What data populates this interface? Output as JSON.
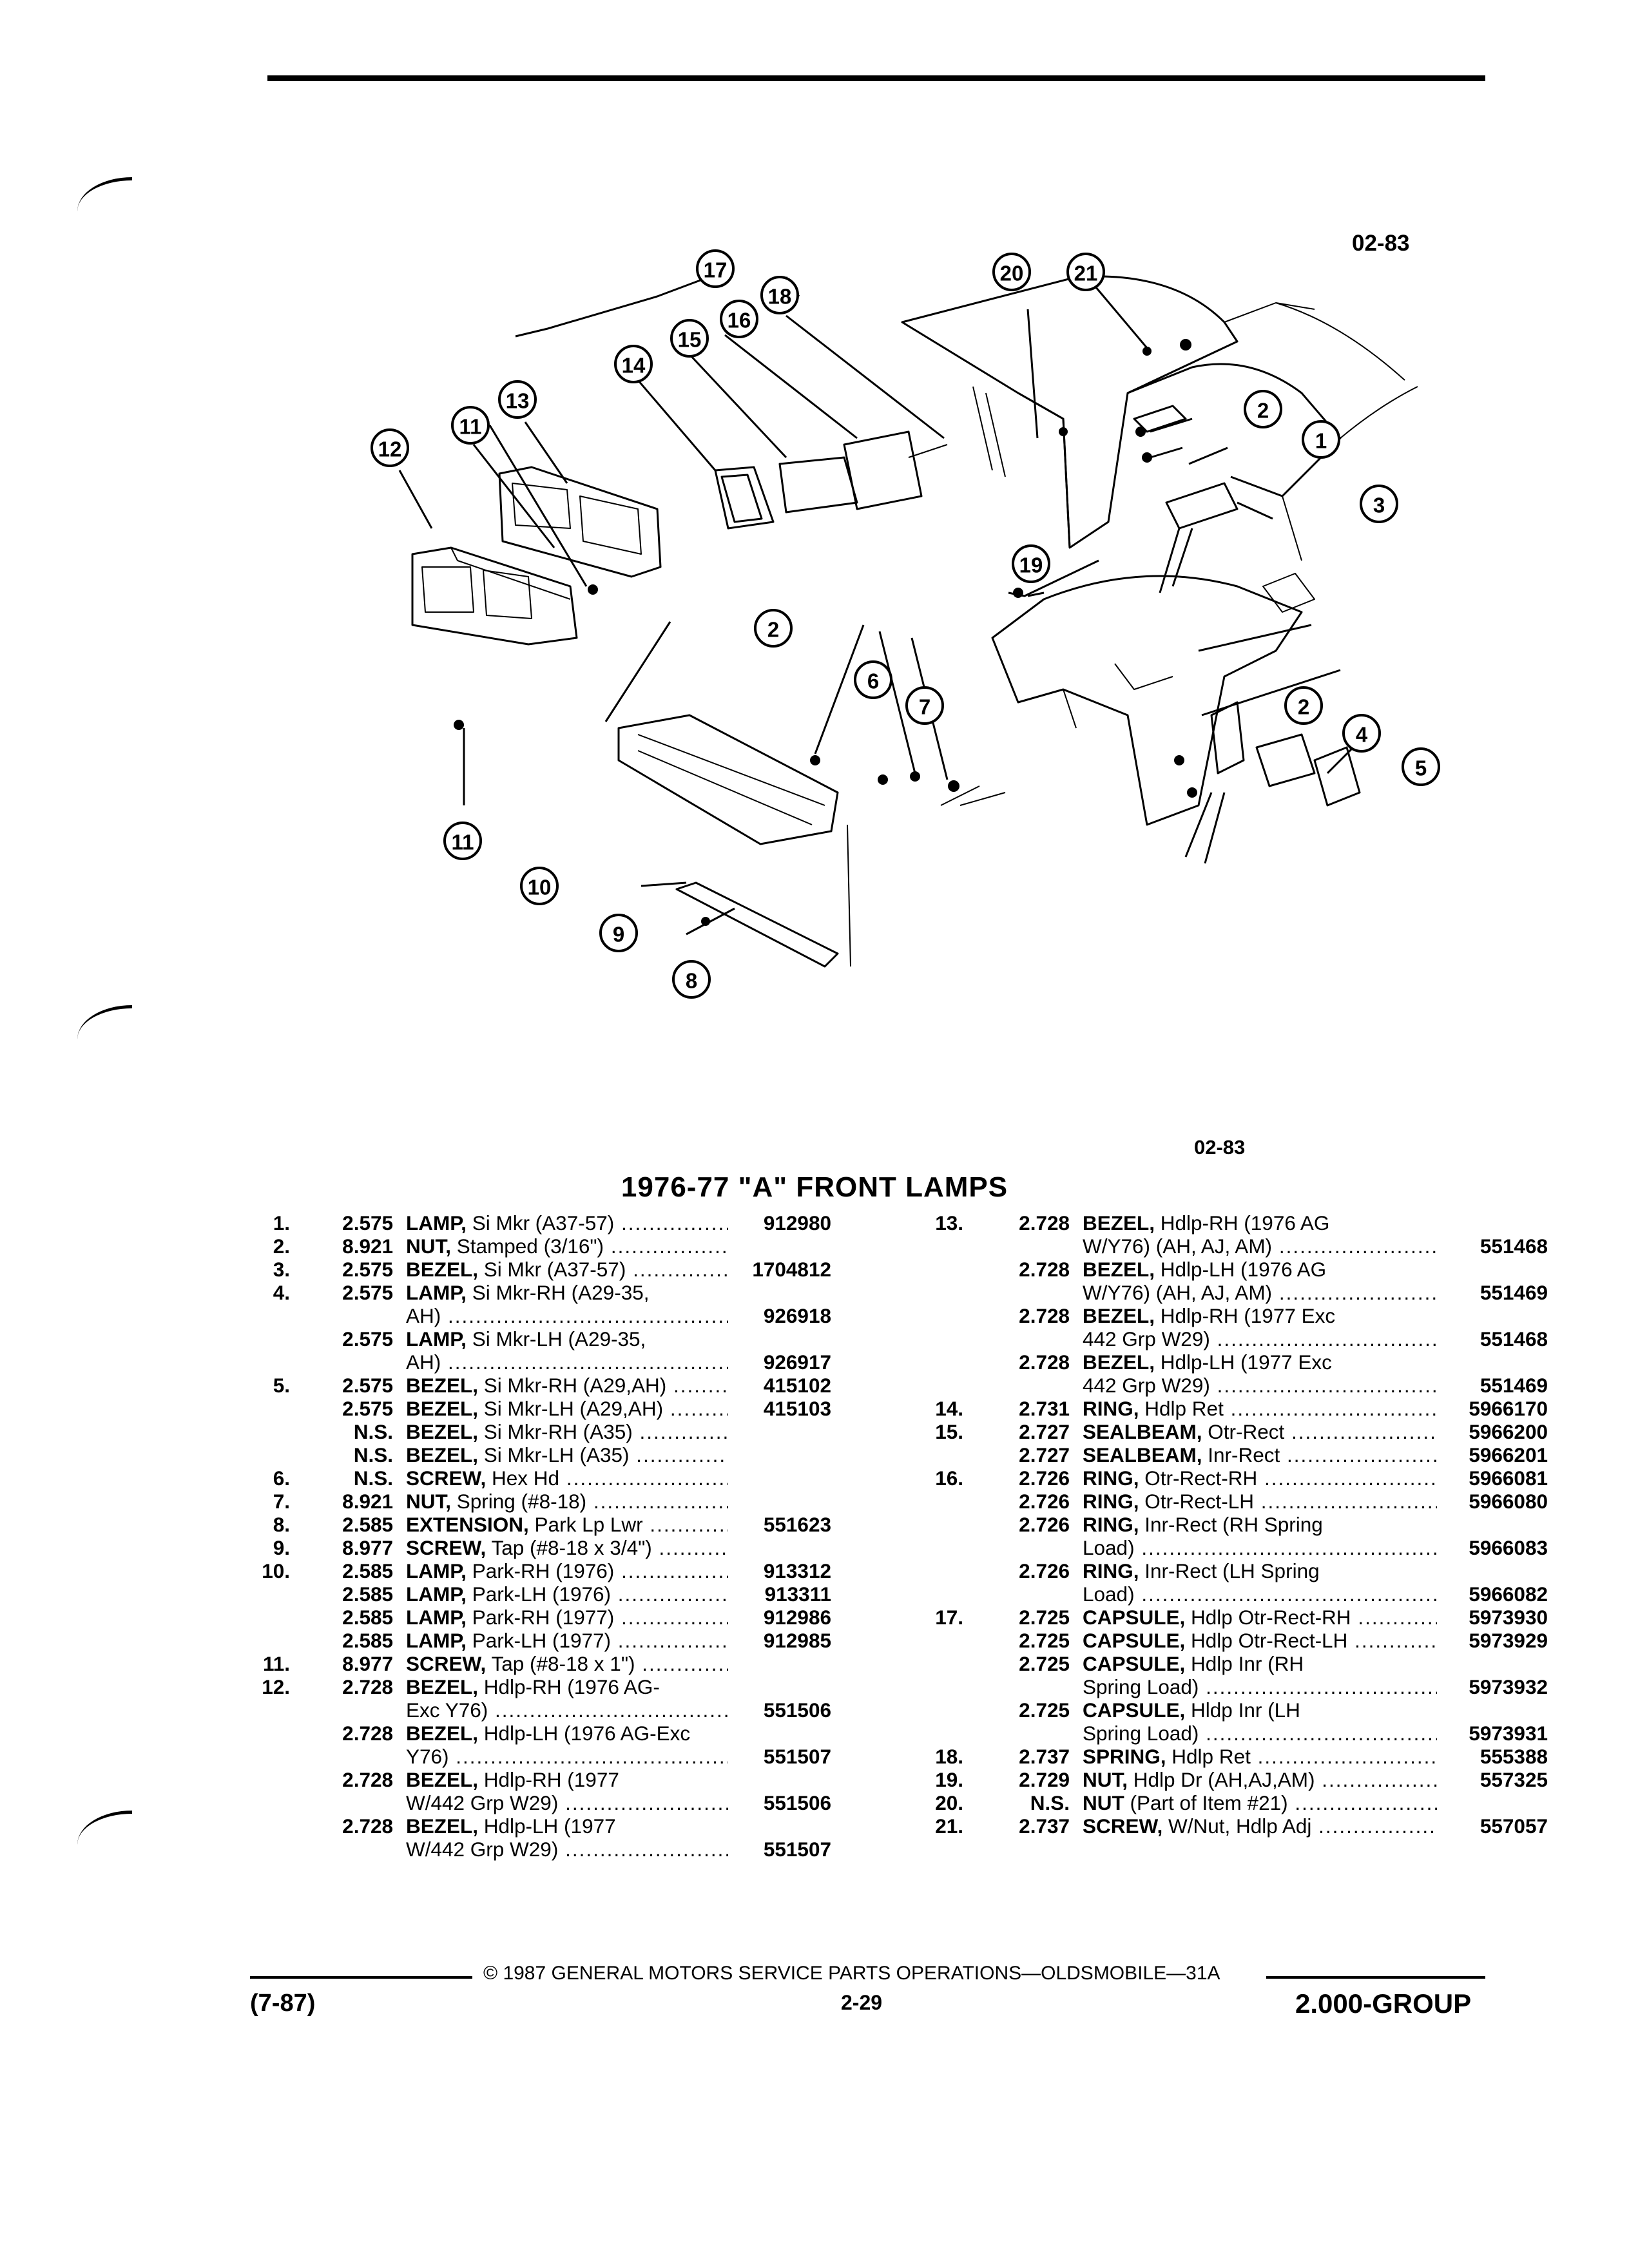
{
  "figure_code": "02-83",
  "figure_code_bottom": "02-83",
  "callouts": [
    "1",
    "2",
    "3",
    "4",
    "5",
    "6",
    "7",
    "8",
    "9",
    "10",
    "11",
    "12",
    "13",
    "14",
    "15",
    "16",
    "17",
    "18",
    "19",
    "20",
    "21"
  ],
  "section_title": "1976-77 \"A\" FRONT LAMPS",
  "left_rows": [
    {
      "item": "1.",
      "grp": "2.575",
      "name": "LAMP,",
      "rest": " Si Mkr (A37-57)",
      "part": "912980"
    },
    {
      "item": "2.",
      "grp": "8.921",
      "name": "NUT,",
      "rest": " Stamped (3/16\")",
      "part": ""
    },
    {
      "item": "3.",
      "grp": "2.575",
      "name": "BEZEL,",
      "rest": " Si Mkr (A37-57)",
      "part": "1704812"
    },
    {
      "item": "4.",
      "grp": "2.575",
      "name": "LAMP,",
      "rest": " Si Mkr-RH (A29-35,",
      "part": "",
      "nodots": true
    },
    {
      "item": "",
      "grp": "",
      "name": "",
      "rest": "AH)",
      "part": "926918"
    },
    {
      "item": "",
      "grp": "2.575",
      "name": "LAMP,",
      "rest": " Si Mkr-LH (A29-35,",
      "part": "",
      "nodots": true
    },
    {
      "item": "",
      "grp": "",
      "name": "",
      "rest": "AH)",
      "part": "926917"
    },
    {
      "item": "5.",
      "grp": "2.575",
      "name": "BEZEL,",
      "rest": " Si Mkr-RH (A29,AH)",
      "part": "415102"
    },
    {
      "item": "",
      "grp": "2.575",
      "name": "BEZEL,",
      "rest": " Si Mkr-LH (A29,AH)",
      "part": "415103"
    },
    {
      "item": "",
      "grp": "N.S.",
      "name": "BEZEL,",
      "rest": " Si Mkr-RH (A35)",
      "part": ""
    },
    {
      "item": "",
      "grp": "N.S.",
      "name": "BEZEL,",
      "rest": " Si Mkr-LH (A35)",
      "part": ""
    },
    {
      "item": "6.",
      "grp": "N.S.",
      "name": "SCREW,",
      "rest": " Hex Hd",
      "part": ""
    },
    {
      "item": "7.",
      "grp": "8.921",
      "name": "NUT,",
      "rest": " Spring (#8-18)",
      "part": ""
    },
    {
      "item": "8.",
      "grp": "2.585",
      "name": "EXTENSION,",
      "rest": " Park Lp Lwr",
      "part": "551623"
    },
    {
      "item": "9.",
      "grp": "8.977",
      "name": "SCREW,",
      "rest": " Tap (#8-18 x 3/4\")",
      "part": ""
    },
    {
      "item": "10.",
      "grp": "2.585",
      "name": "LAMP,",
      "rest": " Park-RH (1976)",
      "part": "913312"
    },
    {
      "item": "",
      "grp": "2.585",
      "name": "LAMP,",
      "rest": " Park-LH (1976)",
      "part": "913311"
    },
    {
      "item": "",
      "grp": "2.585",
      "name": "LAMP,",
      "rest": " Park-RH (1977)",
      "part": "912986"
    },
    {
      "item": "",
      "grp": "2.585",
      "name": "LAMP,",
      "rest": " Park-LH (1977)",
      "part": "912985"
    },
    {
      "item": "11.",
      "grp": "8.977",
      "name": "SCREW,",
      "rest": " Tap (#8-18 x 1\")",
      "part": ""
    },
    {
      "item": "12.",
      "grp": "2.728",
      "name": "BEZEL,",
      "rest": " Hdlp-RH (1976 AG-",
      "part": "",
      "nodots": true
    },
    {
      "item": "",
      "grp": "",
      "name": "",
      "rest": "Exc Y76)",
      "part": "551506"
    },
    {
      "item": "",
      "grp": "2.728",
      "name": "BEZEL,",
      "rest": " Hdlp-LH (1976 AG-Exc",
      "part": "",
      "nodots": true
    },
    {
      "item": "",
      "grp": "",
      "name": "",
      "rest": "Y76)",
      "part": "551507"
    },
    {
      "item": "",
      "grp": "2.728",
      "name": "BEZEL,",
      "rest": " Hdlp-RH (1977",
      "part": "",
      "nodots": true
    },
    {
      "item": "",
      "grp": "",
      "name": "",
      "rest": "W/442 Grp W29)",
      "part": "551506"
    },
    {
      "item": "",
      "grp": "2.728",
      "name": "BEZEL,",
      "rest": " Hdlp-LH (1977",
      "part": "",
      "nodots": true
    },
    {
      "item": "",
      "grp": "",
      "name": "",
      "rest": "W/442 Grp W29)",
      "part": "551507"
    }
  ],
  "right_rows": [
    {
      "item": "13.",
      "grp": "2.728",
      "name": "BEZEL,",
      "rest": " Hdlp-RH (1976 AG",
      "part": "",
      "nodots": true
    },
    {
      "item": "",
      "grp": "",
      "name": "",
      "rest": "W/Y76) (AH, AJ, AM)",
      "part": "551468"
    },
    {
      "item": "",
      "grp": "2.728",
      "name": "BEZEL,",
      "rest": " Hdlp-LH (1976 AG",
      "part": "",
      "nodots": true
    },
    {
      "item": "",
      "grp": "",
      "name": "",
      "rest": "W/Y76) (AH, AJ, AM)",
      "part": "551469"
    },
    {
      "item": "",
      "grp": "2.728",
      "name": "BEZEL,",
      "rest": " Hdlp-RH (1977 Exc",
      "part": "",
      "nodots": true
    },
    {
      "item": "",
      "grp": "",
      "name": "",
      "rest": "442 Grp W29)",
      "part": "551468"
    },
    {
      "item": "",
      "grp": "2.728",
      "name": "BEZEL,",
      "rest": " Hdlp-LH (1977 Exc",
      "part": "",
      "nodots": true
    },
    {
      "item": "",
      "grp": "",
      "name": "",
      "rest": "442 Grp W29)",
      "part": "551469"
    },
    {
      "item": "14.",
      "grp": "2.731",
      "name": "RING,",
      "rest": " Hdlp Ret",
      "part": "5966170"
    },
    {
      "item": "15.",
      "grp": "2.727",
      "name": "SEALBEAM,",
      "rest": " Otr-Rect",
      "part": "5966200"
    },
    {
      "item": "",
      "grp": "2.727",
      "name": "SEALBEAM,",
      "rest": " Inr-Rect",
      "part": "5966201"
    },
    {
      "item": "16.",
      "grp": "2.726",
      "name": "RING,",
      "rest": " Otr-Rect-RH",
      "part": "5966081"
    },
    {
      "item": "",
      "grp": "2.726",
      "name": "RING,",
      "rest": " Otr-Rect-LH",
      "part": "5966080"
    },
    {
      "item": "",
      "grp": "2.726",
      "name": "RING,",
      "rest": " Inr-Rect (RH Spring",
      "part": "",
      "nodots": true
    },
    {
      "item": "",
      "grp": "",
      "name": "",
      "rest": "Load)",
      "part": "5966083"
    },
    {
      "item": "",
      "grp": "2.726",
      "name": "RING,",
      "rest": " Inr-Rect (LH Spring",
      "part": "",
      "nodots": true
    },
    {
      "item": "",
      "grp": "",
      "name": "",
      "rest": "Load)",
      "part": "5966082"
    },
    {
      "item": "17.",
      "grp": "2.725",
      "name": "CAPSULE,",
      "rest": " Hdlp Otr-Rect-RH",
      "part": "5973930"
    },
    {
      "item": "",
      "grp": "2.725",
      "name": "CAPSULE,",
      "rest": " Hdlp Otr-Rect-LH",
      "part": "5973929"
    },
    {
      "item": "",
      "grp": "2.725",
      "name": "CAPSULE,",
      "rest": " Hdlp Inr (RH",
      "part": "",
      "nodots": true
    },
    {
      "item": "",
      "grp": "",
      "name": "",
      "rest": "Spring Load)",
      "part": "5973932"
    },
    {
      "item": "",
      "grp": "2.725",
      "name": "CAPSULE,",
      "rest": " Hldp Inr (LH",
      "part": "",
      "nodots": true
    },
    {
      "item": "",
      "grp": "",
      "name": "",
      "rest": "Spring Load)",
      "part": "5973931"
    },
    {
      "item": "18.",
      "grp": "2.737",
      "name": "SPRING,",
      "rest": " Hdlp Ret",
      "part": "555388"
    },
    {
      "item": "19.",
      "grp": "2.729",
      "name": "NUT,",
      "rest": " Hdlp Dr (AH,AJ,AM)",
      "part": "557325"
    },
    {
      "item": "20.",
      "grp": "N.S.",
      "name": "NUT",
      "rest": " (Part of Item #21)",
      "part": ""
    },
    {
      "item": "21.",
      "grp": "2.737",
      "name": "SCREW,",
      "rest": " W/Nut, Hdlp Adj",
      "part": "557057"
    }
  ],
  "footer": {
    "copyright": "© 1987 GENERAL MOTORS SERVICE PARTS OPERATIONS—OLDSMOBILE—31A",
    "date_code": "(7-87)",
    "page": "2-29",
    "group": "2.000-GROUP"
  }
}
